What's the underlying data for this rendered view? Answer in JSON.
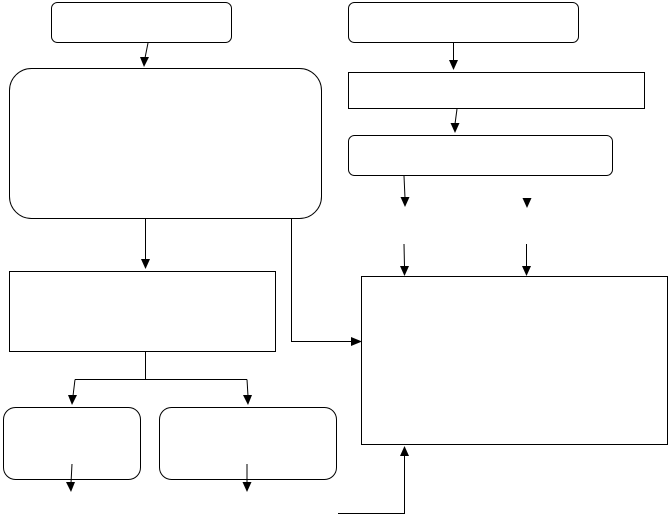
{
  "diagram": {
    "type": "flowchart",
    "line_color": "#000000",
    "background": "#ffffff",
    "nodes": [
      {
        "id": "left-top",
        "shape": "rounded-rectangle",
        "label": ""
      },
      {
        "id": "left-big",
        "shape": "rounded-rectangle",
        "label": ""
      },
      {
        "id": "left-mid",
        "shape": "rectangle",
        "label": ""
      },
      {
        "id": "left-bottom-a",
        "shape": "rounded-rectangle",
        "label": ""
      },
      {
        "id": "left-bottom-b",
        "shape": "rounded-rectangle",
        "label": ""
      },
      {
        "id": "right-top",
        "shape": "rounded-rectangle",
        "label": ""
      },
      {
        "id": "right-second",
        "shape": "rectangle",
        "label": ""
      },
      {
        "id": "right-third",
        "shape": "rounded-rectangle",
        "label": ""
      },
      {
        "id": "right-big",
        "shape": "rectangle",
        "label": ""
      }
    ]
  }
}
